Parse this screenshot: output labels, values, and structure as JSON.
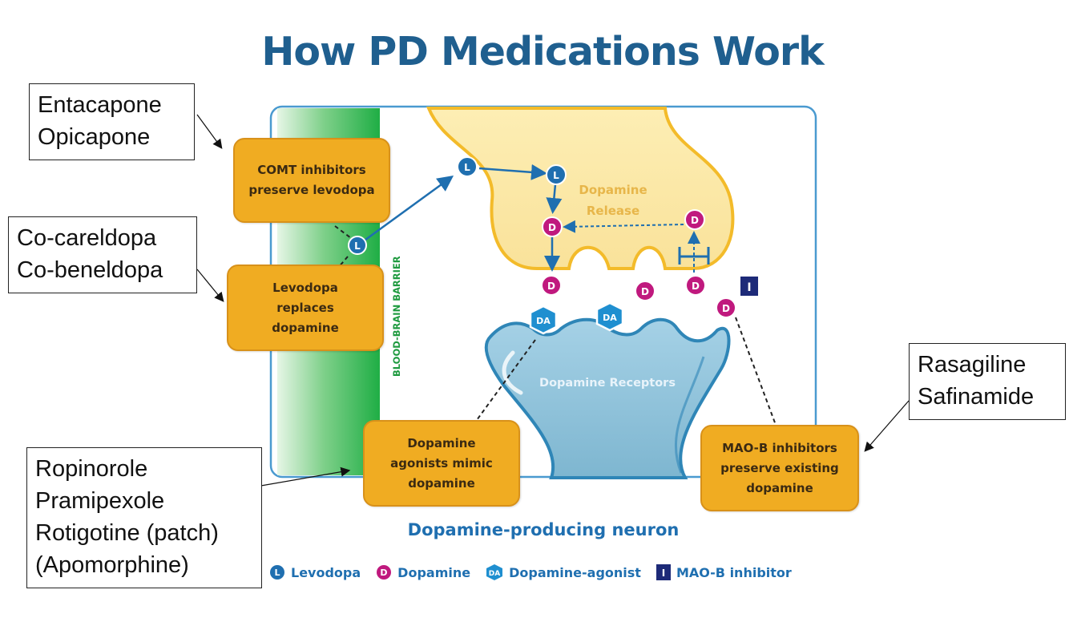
{
  "title": "How PD Medications Work",
  "diagram": {
    "barrier_label": "BLOOD-BRAIN BARRIER",
    "release_label_line1": "Dopamine",
    "release_label_line2": "Release",
    "receptors_label": "Dopamine Receptors",
    "neuron_label": "Dopamine-producing neuron",
    "symbols": {
      "levodopa": "L",
      "dopamine": "D",
      "agonist": "DA",
      "maob": "I"
    }
  },
  "mechanisms": {
    "comt": "COMT inhibitors\npreserve levodopa",
    "levodopa": "Levodopa\nreplaces\ndopamine",
    "agonists": "Dopamine\nagonists mimic\ndopamine",
    "maob": "MAO-B inhibitors\npreserve existing\ndopamine"
  },
  "drug_labels": {
    "comt": [
      "Entacapone",
      "Opicapone"
    ],
    "levodopa": [
      "Co-careldopa",
      "Co-beneldopa"
    ],
    "maob": [
      "Rasagiline",
      "Safinamide"
    ],
    "agonists": [
      "Ropinorole",
      "Pramipexole",
      "Rotigotine (patch)",
      "(Apomorphine)"
    ]
  },
  "legend": [
    {
      "symbol": "L",
      "label": "Levodopa",
      "icon": "levodopa-icon"
    },
    {
      "symbol": "D",
      "label": "Dopamine",
      "icon": "dopamine-icon"
    },
    {
      "symbol": "DA",
      "label": "Dopamine-agonist",
      "icon": "agonist-icon"
    },
    {
      "symbol": "I",
      "label": "MAO-B inhibitor",
      "icon": "maob-icon"
    }
  ],
  "colors": {
    "title": "#1f5f8f",
    "orange_box": "#f0ac22",
    "barrier_green": "#2db34a",
    "presynaptic": "#fbe7a2",
    "postsynaptic": "#8ec3dc",
    "levodopa": "#1f6fb0",
    "dopamine": "#c0197e",
    "maob": "#1d2a78"
  }
}
